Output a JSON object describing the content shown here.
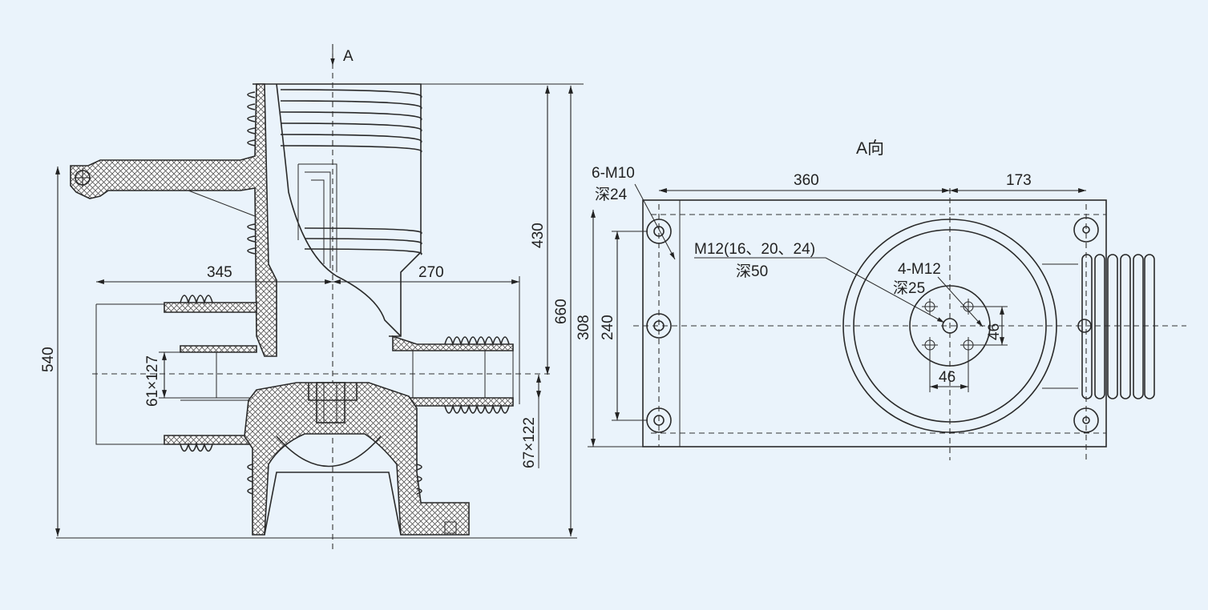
{
  "left_view": {
    "section_label": "A",
    "dims": {
      "d540": "540",
      "d345": "345",
      "d270": "270",
      "d430": "430",
      "d660": "660",
      "d61x127": "61×127",
      "d67x122": "67×122"
    }
  },
  "right_view": {
    "title": "A向",
    "labels": {
      "bolt_holes": "6-M10",
      "bolt_depth": "深24",
      "center_thread": "M12(16、20、24)",
      "center_depth": "深50",
      "inner_holes": "4-M12",
      "inner_depth": "深25"
    },
    "dims": {
      "d360": "360",
      "d173": "173",
      "d308": "308",
      "d240": "240",
      "d46h": "46",
      "d46v": "46"
    }
  },
  "colors": {
    "background": "#eaf3fb",
    "line": "#2a2a2a"
  }
}
